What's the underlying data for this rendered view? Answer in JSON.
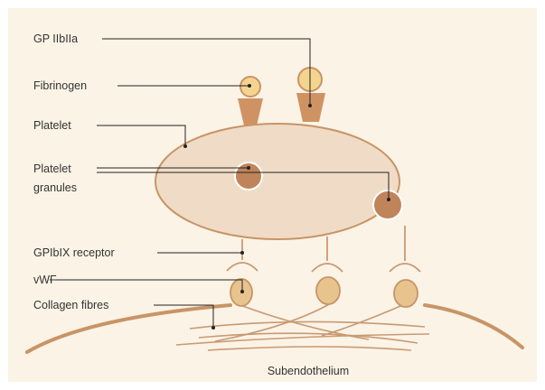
{
  "colors": {
    "background": "#fbf3e6",
    "platelet_fill": "#f0dcc6",
    "platelet_stroke": "#c89466",
    "granule": "#c0845a",
    "receptor": "#cf9363",
    "fibrinogen_fill": "#f4d590",
    "vwf_fill": "#e7c48e",
    "fibre_stroke": "#c99a73",
    "leader_line": "#222222"
  },
  "labels": {
    "gp_iib_iiia": "GP IIbIIa",
    "fibrinogen": "Fibrinogen",
    "platelet": "Platelet",
    "platelet_granules_line1": "Platelet",
    "platelet_granules_line2": "granules",
    "gpibix_receptor": "GPIbIX receptor",
    "vwf": "vWF",
    "collagen_fibres": "Collagen fibres",
    "subendothelium": "Subendothelium"
  }
}
